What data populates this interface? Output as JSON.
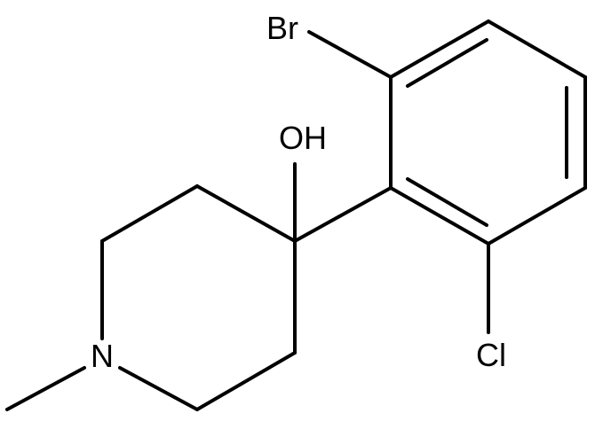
{
  "molecule": {
    "atom_labels": {
      "br": "Br",
      "oh": "OH",
      "cl": "Cl",
      "n": "N"
    },
    "colors": {
      "bond": "#000000",
      "text": "#000000",
      "background": "#ffffff"
    }
  }
}
